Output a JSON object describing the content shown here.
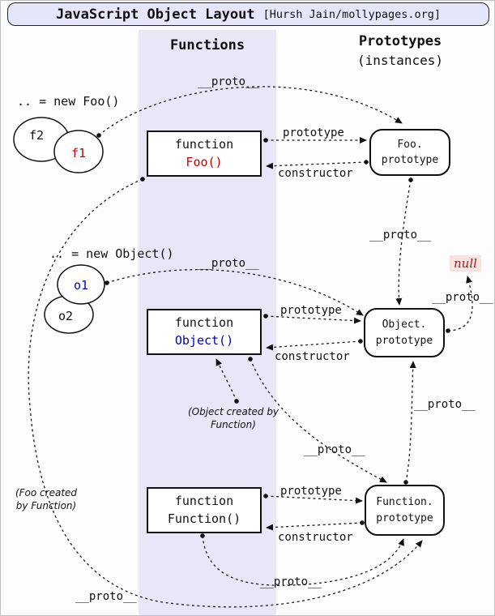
{
  "title": {
    "main": "JavaScript Object Layout",
    "credit": "[Hursh Jain/mollypages.org]"
  },
  "headers": {
    "functions": "Functions",
    "prototypes": "Prototypes",
    "prototypes_sub": "(instances)"
  },
  "instances": {
    "new_foo": ".. = new Foo()",
    "new_object": ".. = new Object()",
    "f1": "f1",
    "f2": "f2",
    "o1": "o1",
    "o2": "o2"
  },
  "functions": {
    "foo": {
      "keyword": "function",
      "name": "Foo()"
    },
    "object": {
      "keyword": "function",
      "name": "Object()"
    },
    "function": {
      "keyword": "function",
      "name": "Function()"
    }
  },
  "prototypes": {
    "foo": {
      "owner": "Foo.",
      "word": "prototype"
    },
    "object": {
      "owner": "Object.",
      "word": "prototype"
    },
    "function": {
      "owner": "Function.",
      "word": "prototype"
    }
  },
  "edges": {
    "proto": "__proto__",
    "prototype": "prototype",
    "constructor": "constructor"
  },
  "notes": {
    "null": "null",
    "object_created_1": "(Object created by",
    "object_created_2": "Function)",
    "foo_created_1": "(Foo created",
    "foo_created_2": "by Function)"
  },
  "colors": {
    "accent_red": "#cc0000",
    "accent_blue": "#0000bb",
    "band": "#e7e7f8",
    "title_bg": "#e6e6fa",
    "null_bg": "#f8e2e2"
  }
}
